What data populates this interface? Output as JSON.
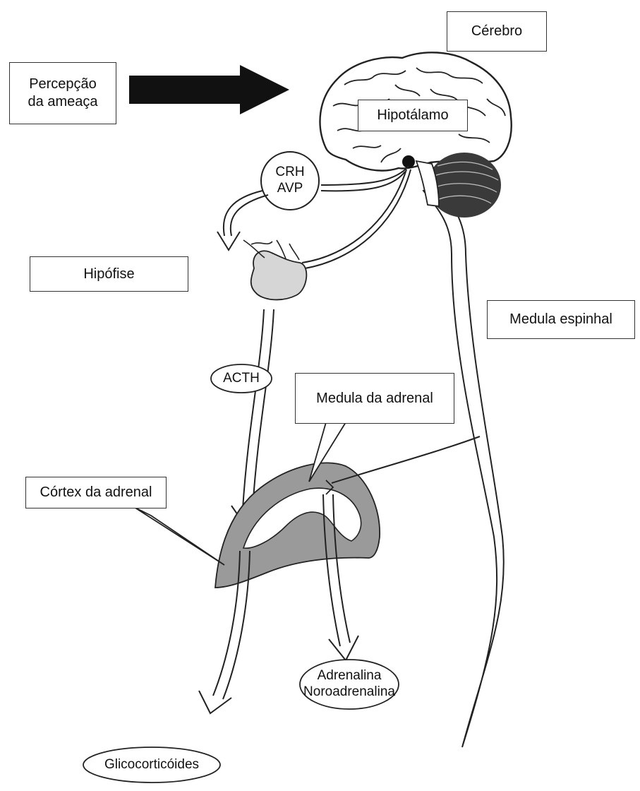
{
  "labels": {
    "threat": [
      "Percepção",
      "da ameaça"
    ],
    "brain": "Cérebro",
    "hypothalamus": "Hipotálamo",
    "hormones": [
      "CRH",
      "AVP"
    ],
    "pituitary": "Hipófise",
    "spinal_cord": "Medula espinhal",
    "acth": "ACTH",
    "adrenal_medulla": "Medula da adrenal",
    "adrenal_cortex": "Córtex da adrenal",
    "catecholamines": [
      "Adrenalina",
      "Noroadrenalina"
    ],
    "glucocorticoids": "Glicocorticóides"
  },
  "colors": {
    "outline": "#222222",
    "gland_fill": "#d6d6d6",
    "adrenal_fill": "#9a9a9a",
    "arrow": "#111111",
    "cerebellum": "#3a3a3a"
  }
}
